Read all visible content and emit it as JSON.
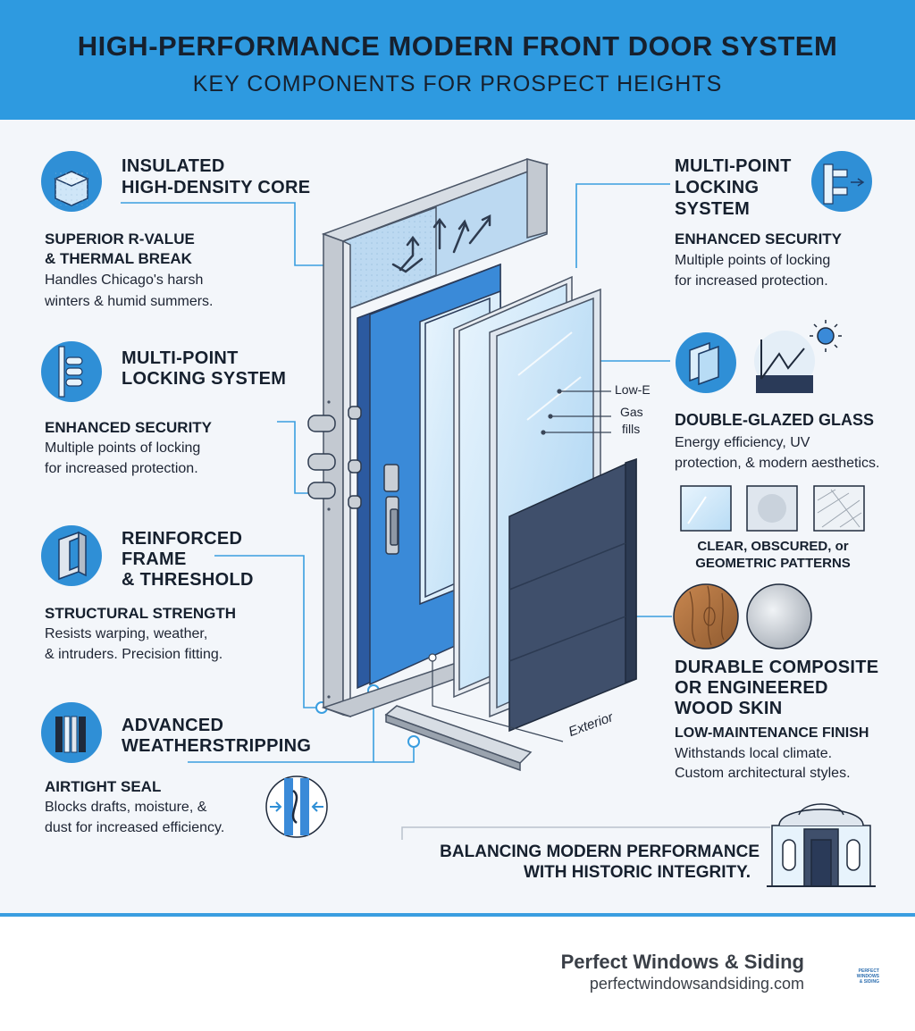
{
  "header": {
    "title": "HIGH-PERFORMANCE MODERN FRONT DOOR SYSTEM",
    "subtitle": "KEY COMPONENTS FOR PROSPECT HEIGHTS"
  },
  "left_features": [
    {
      "icon": "insulated-core-icon",
      "title_lines": [
        "INSULATED",
        "HIGH-DENSITY CORE"
      ],
      "subtitle_lines": [
        "SUPERIOR R-VALUE",
        "& THERMAL BREAK"
      ],
      "desc_lines": [
        "Handles Chicago's harsh",
        "winters & humid summers."
      ]
    },
    {
      "icon": "locking-bolts-icon",
      "title_lines": [
        "MULTI-POINT",
        "LOCKING SYSTEM"
      ],
      "subtitle_lines": [
        "ENHANCED SECURITY"
      ],
      "desc_lines": [
        "Multiple points of locking",
        "for increased protection."
      ]
    },
    {
      "icon": "frame-beam-icon",
      "title_lines": [
        "REINFORCED",
        "FRAME",
        "& THRESHOLD"
      ],
      "subtitle_lines": [
        "STRUCTURAL STRENGTH"
      ],
      "desc_lines": [
        "Resists warping, weather,",
        "& intruders. Precision fitting."
      ]
    },
    {
      "icon": "weatherstrip-icon",
      "title_lines": [
        "ADVANCED",
        "WEATHERSTRIPPING"
      ],
      "subtitle_lines": [
        "AIRTIGHT SEAL"
      ],
      "desc_lines": [
        "Blocks drafts, moisture, &",
        "dust for increased efficiency."
      ]
    }
  ],
  "right_features": [
    {
      "icon": "lock-mechanism-icon",
      "title_lines": [
        "MULTI-POINT",
        "LOCKING",
        "SYSTEM"
      ],
      "subtitle_lines": [
        "ENHANCED SECURITY"
      ],
      "desc_lines": [
        "Multiple points of locking",
        "for increased protection."
      ]
    },
    {
      "icon": "double-glass-icon",
      "title_lines": [
        "DOUBLE-GLAZED GLASS"
      ],
      "desc_lines": [
        "Energy efficiency, UV",
        "protection, & modern aesthetics."
      ]
    },
    {
      "title_lines": [
        "CLEAR, OBSCURED, or",
        "GEOMETRIC PATTERNS"
      ]
    },
    {
      "icon": "wood-grain-swatch",
      "title_lines": [
        "DURABLE COMPOSITE",
        "OR ENGINEERED",
        "WOOD SKIN"
      ],
      "subtitle_lines": [
        "LOW-MAINTENANCE FINISH"
      ],
      "desc_lines": [
        "Withstands local climate.",
        "Custom architectural styles."
      ]
    }
  ],
  "glass_labels": [
    "Low-E",
    "Gas",
    "fills"
  ],
  "exterior_label": "Exterior",
  "tagline_lines": [
    "BALANCING MODERN PERFORMANCE",
    "WITH HISTORIC INTEGRITY."
  ],
  "footer": {
    "brand": "Perfect Windows & Siding",
    "url": "perfectwindowsandsiding.com",
    "logo_lines": [
      "PERFECT",
      "WINDOWS",
      "& SIDING"
    ]
  },
  "colors": {
    "header_bg": "#2e9ae0",
    "accent_blue": "#3a9ee0",
    "icon_circle": "#2f8fd6",
    "door_panel": "#3a8ad8",
    "dark_skin": "#3f4f6b",
    "frame_gray": "#c3c9d1",
    "text_dark": "#16202e"
  }
}
